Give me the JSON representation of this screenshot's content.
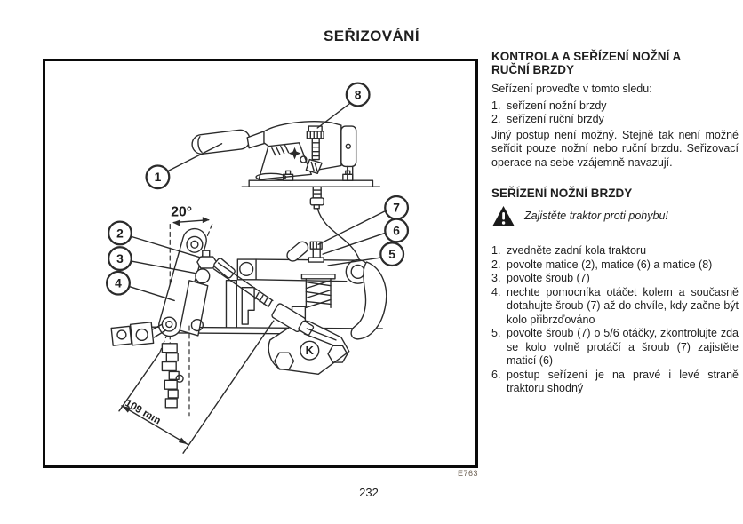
{
  "page": {
    "title": "SEŘIZOVÁNÍ",
    "number": "232"
  },
  "figure": {
    "code": "E763",
    "callouts": [
      "1",
      "2",
      "3",
      "4",
      "5",
      "6",
      "7",
      "8"
    ],
    "angle_label": "20°",
    "k_label": "K",
    "dimension_label": "109 mm"
  },
  "column": {
    "heading": "KONTROLA A SEŘÍZENÍ NOŽNÍ A RUČNÍ BRZDY",
    "intro": "Seřízení proveďte v tomto sledu:",
    "sequence": [
      {
        "n": "1.",
        "text": "seřízení nožní brzdy"
      },
      {
        "n": "2.",
        "text": "seřízení ruční brzdy"
      }
    ],
    "paragraph": "Jiný postup není možný. Stejně tak není možné seřídit pouze nožní nebo ruční brzdu. Seřizovací operace na sebe vzájemně navazují.",
    "subheading": "SEŘÍZENÍ NOŽNÍ BRZDY",
    "warning": "Zajistěte traktor proti pohybu!",
    "steps": [
      {
        "n": "1.",
        "text": "zvedněte zadní kola traktoru"
      },
      {
        "n": "2.",
        "text": "povolte matice (2), matice (6) a matice (8)"
      },
      {
        "n": "3.",
        "text": "povolte šroub (7)"
      },
      {
        "n": "4.",
        "text": "nechte pomocníka otáčet kolem a současně dotahujte šroub (7) až do chvíle, kdy začne být kolo přibrzďováno"
      },
      {
        "n": "5.",
        "text": "povolte šroub (7) o 5/6 otáčky, zkontrolujte zda se kolo volně protáčí a šroub (7) zajistěte maticí (6)"
      },
      {
        "n": "6.",
        "text": "postup seřízení je na pravé i levé straně traktoru shodný"
      }
    ]
  },
  "colors": {
    "ink": "#1e1e1e",
    "line": "#2b2b2b",
    "figure_code": "#6a5d4f"
  }
}
